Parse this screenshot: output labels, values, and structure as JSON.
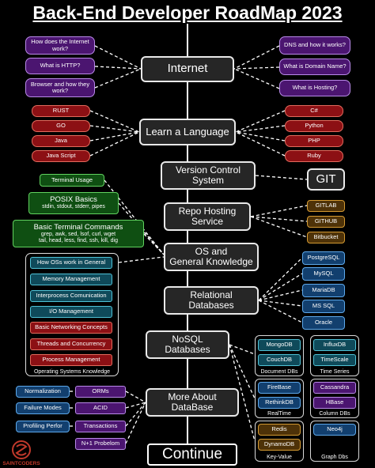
{
  "title": "Back-End Developer RoadMap 2023",
  "brand": "SAINTCODERS",
  "colors": {
    "background": "#000000",
    "main_box": "#262626",
    "purple": "#4b1570",
    "red": "#8c1014",
    "green": "#0f4f12",
    "blue": "#123f6e",
    "teal": "#0f4a5a",
    "brown": "#4e3208"
  },
  "main": {
    "internet": "Internet",
    "language": "Learn a Language",
    "vcs_1": "Version Control",
    "vcs_2": "System",
    "git": "GIT",
    "repo_1": "Repo Hosting",
    "repo_2": "Service",
    "os_1": "OS and",
    "os_2": "General Knowledge",
    "rdb_1": "Relational",
    "rdb_2": "Databases",
    "nosql_1": "NoSQL",
    "nosql_2": "Databases",
    "more_1": "More About",
    "more_2": "DataBase",
    "continue": "Continue"
  },
  "internet_left": [
    "How does the Internet work?",
    "What is HTTP?",
    "Browser and how they work?"
  ],
  "internet_right": [
    "DNS and how it works?",
    "What is Domain Name?",
    "What is Hosting?"
  ],
  "lang_left": [
    "RUST",
    "GO",
    "Java",
    "Java Script"
  ],
  "lang_right": [
    "C#",
    "Python",
    "PHP",
    "Ruby"
  ],
  "repo_hosts": [
    "GITLAB",
    "GITHUB",
    "Bitbucket"
  ],
  "terminal_usage": "Terminal Usage",
  "posix": {
    "title": "POSIX Basics",
    "sub": "stdin, stdout, stderr, pipes"
  },
  "basic_cmds": {
    "title": "Basic Terminal Commands",
    "sub1": "grep, awk, sed, lsof, curl, wget",
    "sub2": "tail, head, less, find, ssh, kill, dig"
  },
  "os_panel": {
    "items": [
      "How OSs work in General",
      "Memory Management",
      "Interprocess Comunication",
      "I/O Management",
      "Basic Networking Concepts",
      "Threads and Concurrency",
      "Process Management"
    ],
    "label": "Operating Systems Knowledge"
  },
  "relational_dbs": [
    "PostgreSQL",
    "MySQL",
    "MariaDB",
    "MS SQL",
    "Oracle"
  ],
  "nosql_groups": {
    "document": {
      "items": [
        "MongoDB",
        "CouchDB"
      ],
      "label": "Document DBs"
    },
    "timeseries": {
      "items": [
        "InfluxDB",
        "TimeScale"
      ],
      "label": "Time Series"
    },
    "realtime": {
      "items": [
        "FireBase",
        "RethinkDB"
      ],
      "label": "RealTime"
    },
    "column": {
      "items": [
        "Cassandra",
        "HBase"
      ],
      "label": "Column DBs"
    },
    "keyvalue": {
      "items": [
        "Redis",
        "DynamoDB"
      ],
      "label": "Key-Value"
    },
    "graph": {
      "items": [
        "Neo4j"
      ],
      "label": "Graph Dbs"
    }
  },
  "more_left": [
    "Normalization",
    "Failure Modes",
    "Profiling Perfor"
  ],
  "more_purple": [
    "ORMs",
    "ACID",
    "Transactions",
    "N+1 Probelom"
  ]
}
